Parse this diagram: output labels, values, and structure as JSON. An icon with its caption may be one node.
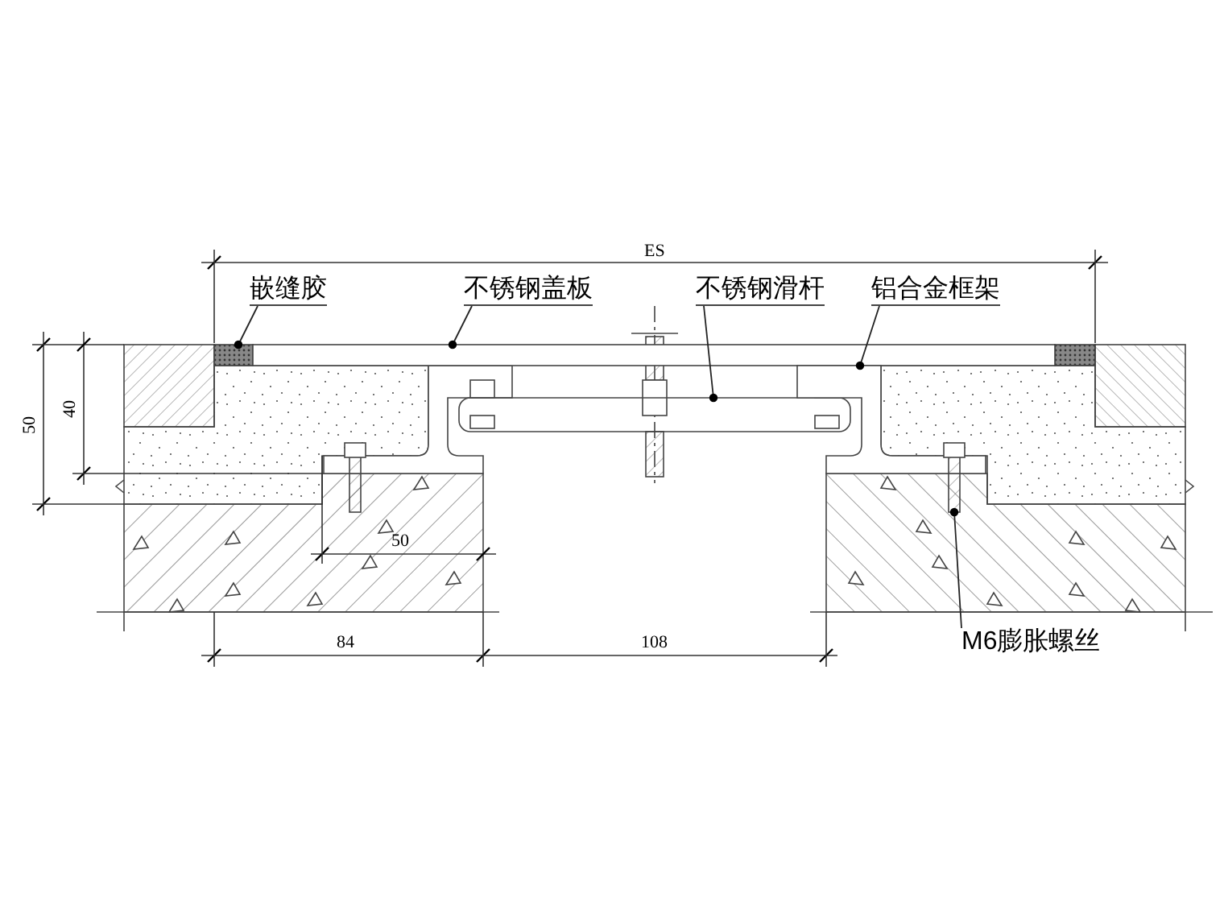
{
  "diagram": {
    "nodes": [
      {
        "text": [
          "嵌缝胶"
        ]
      },
      {
        "text": [
          "不锈钢盖板"
        ]
      },
      {
        "text": [
          "不锈钢滑杆"
        ]
      },
      {
        "text": [
          "铝合金框架"
        ]
      },
      {
        "text": [
          "M6膨胀螺丝"
        ]
      },
      {
        "text": [],
        "shape": "box"
      },
      {
        "text": [],
        "shape": "box"
      },
      {
        "text": [],
        "shape": "bar"
      },
      {
        "text": [],
        "shape": "picture"
      },
      {
        "text": [],
        "shape": "picture"
      }
    ],
    "edges": [
      {
        "from": 0,
        "to": 5,
        "arrow": "other"
      },
      {
        "from": 1,
        "to": 6,
        "arrow": "other"
      },
      {
        "from": 2,
        "to": 7,
        "arrow": "other"
      },
      {
        "from": 3,
        "to": 8,
        "arrow": "other"
      },
      {
        "from": 4,
        "to": 9,
        "arrow": "other"
      }
    ],
    "labels": [
      "ES",
      "50",
      "40",
      "50",
      "84",
      "108"
    ]
  }
}
